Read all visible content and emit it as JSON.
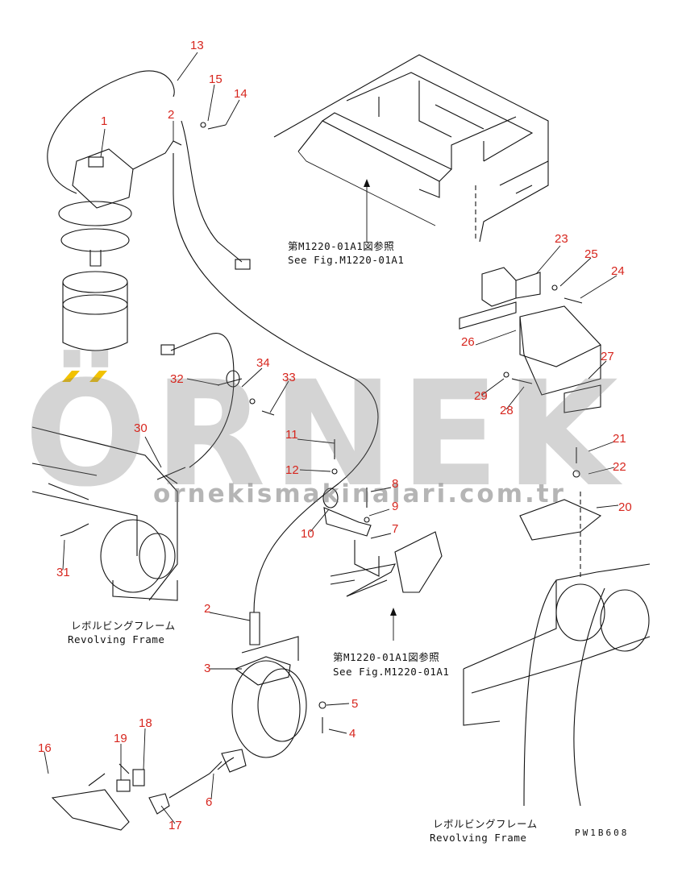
{
  "watermark": {
    "brand": "ÖRNEK",
    "url": "ornekismakinalari.com.tr",
    "accent": "#f2c200",
    "gray": "#8c8c8c"
  },
  "callout_color": "#d7261e",
  "callouts": [
    "1",
    "2",
    "13",
    "15",
    "14",
    "23",
    "25",
    "24",
    "26",
    "27",
    "29",
    "28",
    "32",
    "34",
    "33",
    "11",
    "12",
    "8",
    "9",
    "7",
    "10",
    "30",
    "31",
    "2",
    "3",
    "5",
    "4",
    "21",
    "22",
    "20",
    "16",
    "19",
    "18",
    "6",
    "17"
  ],
  "notes": {
    "ref_upper_jp": "第M1220-01A1図参照",
    "ref_upper_en": "See Fig.M1220-01A1",
    "ref_mid_jp": "第M1220-01A1図参照",
    "ref_mid_en": "See Fig.M1220-01A1",
    "frame_left_jp": "レボルビングフレーム",
    "frame_left_en": "Revolving Frame",
    "frame_right_jp": "レボルビングフレーム",
    "frame_right_en": "Revolving Frame",
    "drawing_code": "PW1B608"
  }
}
